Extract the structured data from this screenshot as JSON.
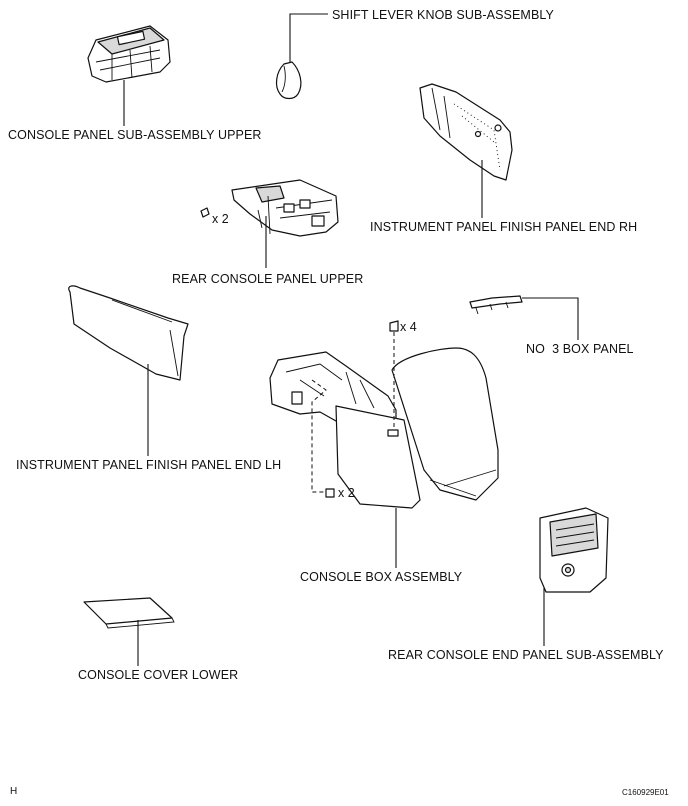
{
  "parts": {
    "shift_knob": "SHIFT LEVER KNOB SUB-ASSEMBLY",
    "console_panel_upper": "CONSOLE PANEL SUB-ASSEMBLY UPPER",
    "inst_panel_rh": "INSTRUMENT PANEL FINISH PANEL END RH",
    "rear_console_panel_upper": "REAR CONSOLE PANEL UPPER",
    "no3_box_panel": "NO  3 BOX PANEL",
    "inst_panel_lh": "INSTRUMENT PANEL FINISH PANEL END LH",
    "console_box": "CONSOLE BOX ASSEMBLY",
    "rear_console_end_panel": "REAR CONSOLE END PANEL SUB-ASSEMBLY",
    "console_cover_lower": "CONSOLE COVER LOWER"
  },
  "quantities": {
    "rear_console_screws": "x 2",
    "console_box_top_screws": "x 4",
    "console_box_side_screws": "x 2"
  },
  "corner": {
    "left": "H",
    "right": "C160929E01"
  }
}
